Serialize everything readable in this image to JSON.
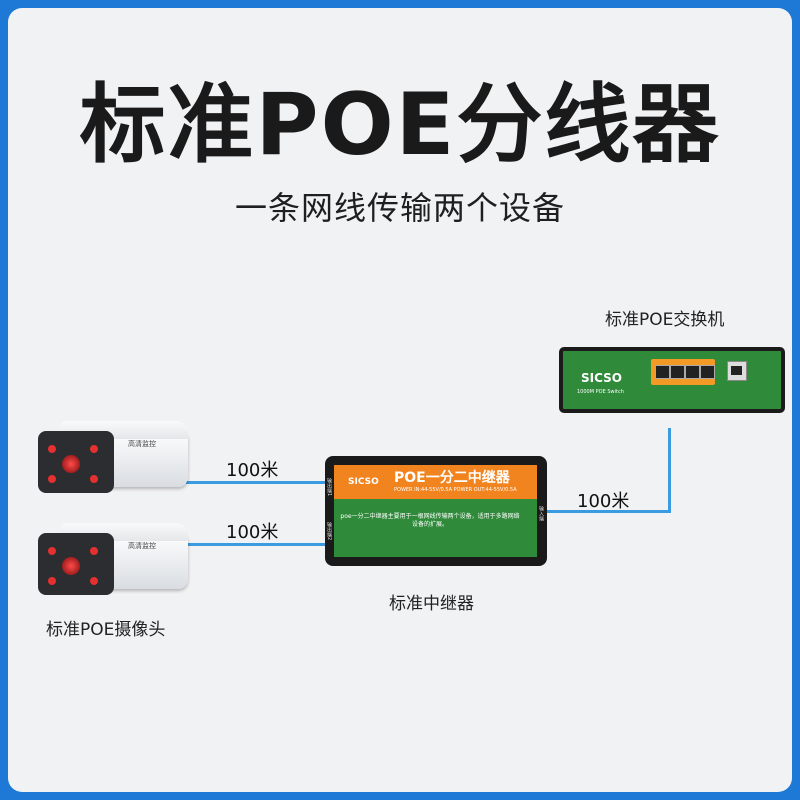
{
  "title": "标准POE分线器",
  "subtitle": "一条网线传输两个设备",
  "devices": {
    "switch_label": "标准POE交换机",
    "repeater_label": "标准中继器",
    "camera_label": "标准POE摄像头"
  },
  "cables": {
    "camera1_length": "100米",
    "camera2_length": "100米",
    "switch_length": "100米"
  },
  "repeater": {
    "logo": "SICSO",
    "title": "POE一分二中继器",
    "power_text": "POWER IN:44-55V/0.5A   POWER OUT:44-55V/0.5A",
    "description": "poe一分二中继器主要用于一根网线传输两个设备，适用于多路网络设备的扩展。",
    "side_in": "输入端",
    "side_out1": "输出端1",
    "side_out2": "输出端2"
  },
  "switch": {
    "logo": "SICSO",
    "subtitle": "1000M POE Switch"
  },
  "camera": {
    "brand": "高清监控"
  },
  "colors": {
    "frame_border": "#1e78d6",
    "cable": "#3b9be0",
    "repeater_orange": "#f1841f",
    "device_green": "#2f8a3a"
  }
}
